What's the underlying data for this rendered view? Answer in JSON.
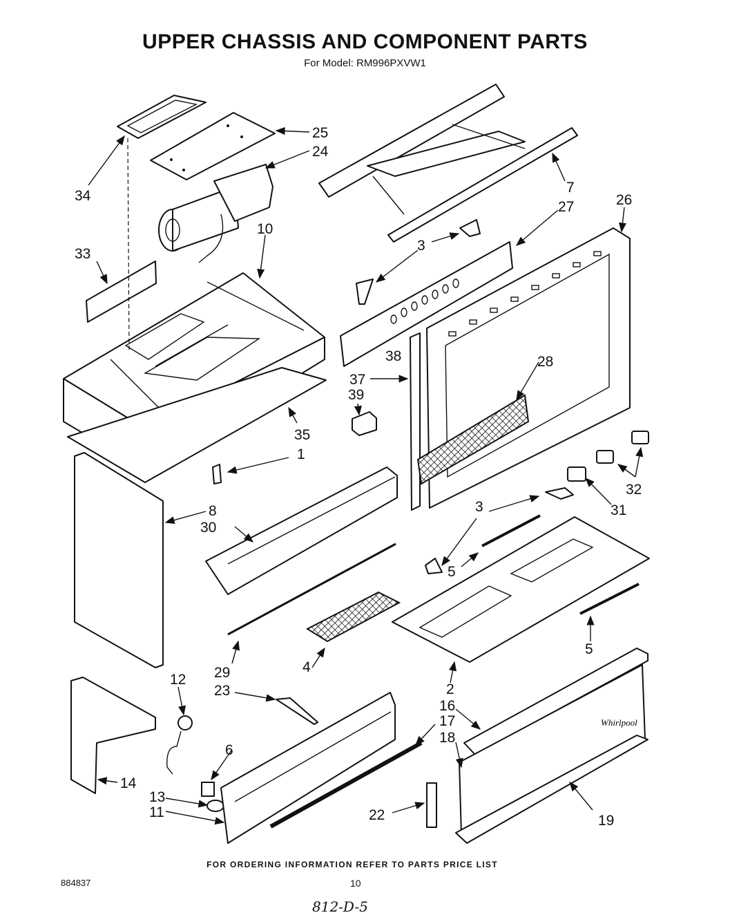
{
  "title": "UPPER CHASSIS AND COMPONENT PARTS",
  "subtitle": "For Model: RM996PXVW1",
  "footer_note": "FOR ORDERING INFORMATION REFER TO PARTS PRICE LIST",
  "doc_number": "884837",
  "page_number": "10",
  "handwritten_note": "812-D-5",
  "brand_mark": "Whirlpool",
  "callouts": {
    "c1": "1",
    "c2": "2",
    "c3a": "3",
    "c3b": "3",
    "c4": "4",
    "c5a": "5",
    "c5b": "5",
    "c6": "6",
    "c7": "7",
    "c8": "8",
    "c10": "10",
    "c11": "11",
    "c12": "12",
    "c13": "13",
    "c14": "14",
    "c16": "16",
    "c17": "17",
    "c18": "18",
    "c19": "19",
    "c22": "22",
    "c23": "23",
    "c24": "24",
    "c25": "25",
    "c26": "26",
    "c27": "27",
    "c28": "28",
    "c29": "29",
    "c30": "30",
    "c31": "31",
    "c32": "32",
    "c33": "33",
    "c34": "34",
    "c35": "35",
    "c37": "37",
    "c38": "38",
    "c39": "39"
  }
}
